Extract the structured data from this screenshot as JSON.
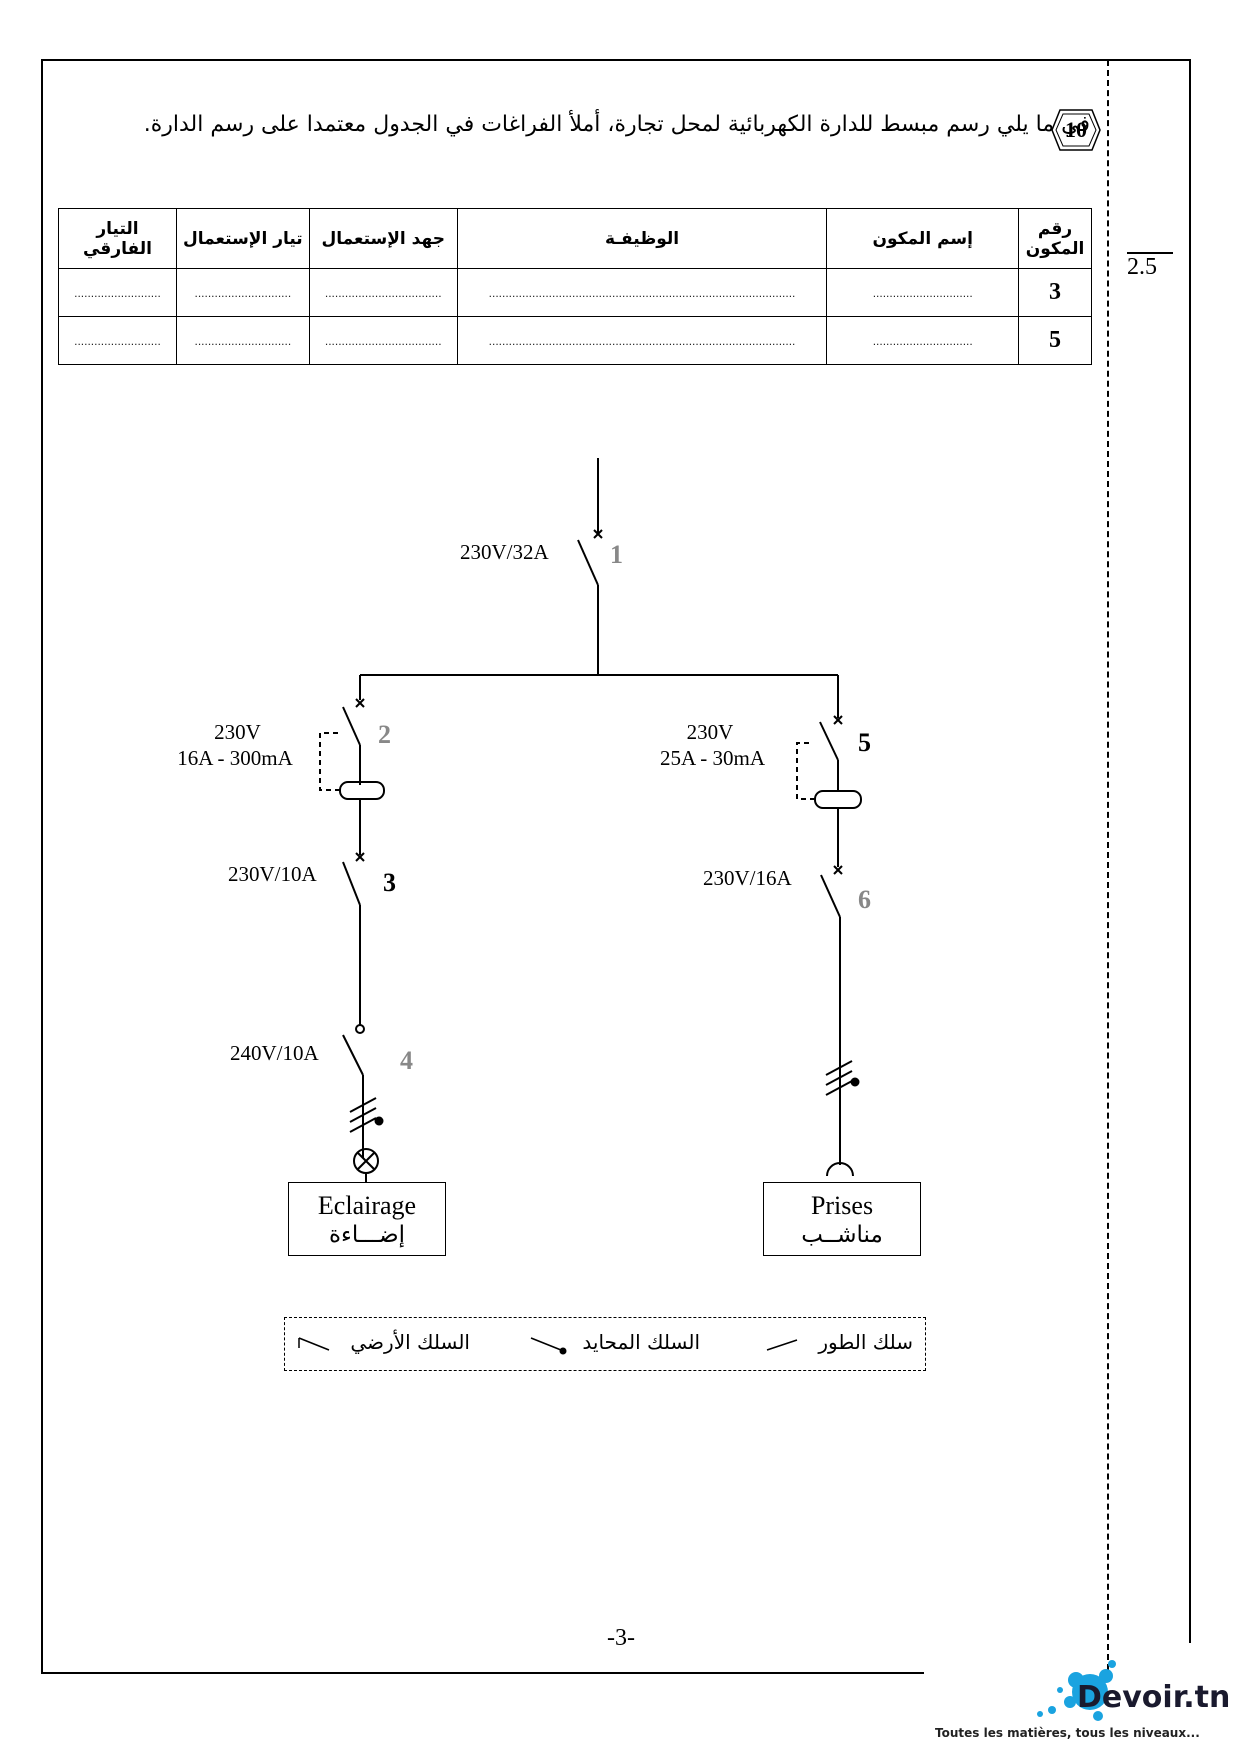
{
  "question": {
    "number": "10",
    "text": "في ما يلي رسم مبسط للدارة الكهربائية لمحل تجارة، أملأ الفراغات في الجدول معتمدا على رسم الدارة.",
    "score": "2.5"
  },
  "table": {
    "headers": [
      "رقم المكون",
      "إسم المكون",
      "الوظيفـة",
      "جهد الإستعمال",
      "تيار الإستعمال",
      "التيار الفارقي"
    ],
    "rows": [
      {
        "number": "3",
        "name": "..............................",
        "function": "............................................................................................",
        "voltage": "...................................",
        "current": ".............................",
        "diff": ".........................."
      },
      {
        "number": "5",
        "name": "..............................",
        "function": "............................................................................................",
        "voltage": "...................................",
        "current": ".............................",
        "diff": ".........................."
      }
    ]
  },
  "circuit": {
    "main": {
      "rating": "230V/32A",
      "number": "1"
    },
    "left_rcd": {
      "voltage": "230V",
      "rating": "16A - 300mA",
      "number": "2"
    },
    "right_rcd": {
      "voltage": "230V",
      "rating": "25A - 30mA",
      "number": "5"
    },
    "left_breaker": {
      "rating": "230V/10A",
      "number": "3"
    },
    "right_breaker": {
      "rating": "230V/16A",
      "number": "6"
    },
    "left_switch": {
      "rating": "240V/10A",
      "number": "4"
    },
    "lighting_box": {
      "fr": "Eclairage",
      "ar": "إضـــاءة"
    },
    "sockets_box": {
      "fr": "Prises",
      "ar": "مناشــب"
    }
  },
  "legend": {
    "phase": "سلك الطور",
    "neutral": "السلك المحايد",
    "earth": "السلك الأرضي"
  },
  "page_number": "-3-",
  "logo": {
    "name": "Devoir.tn",
    "tagline": "Toutes les matières, tous les niveaux..."
  }
}
